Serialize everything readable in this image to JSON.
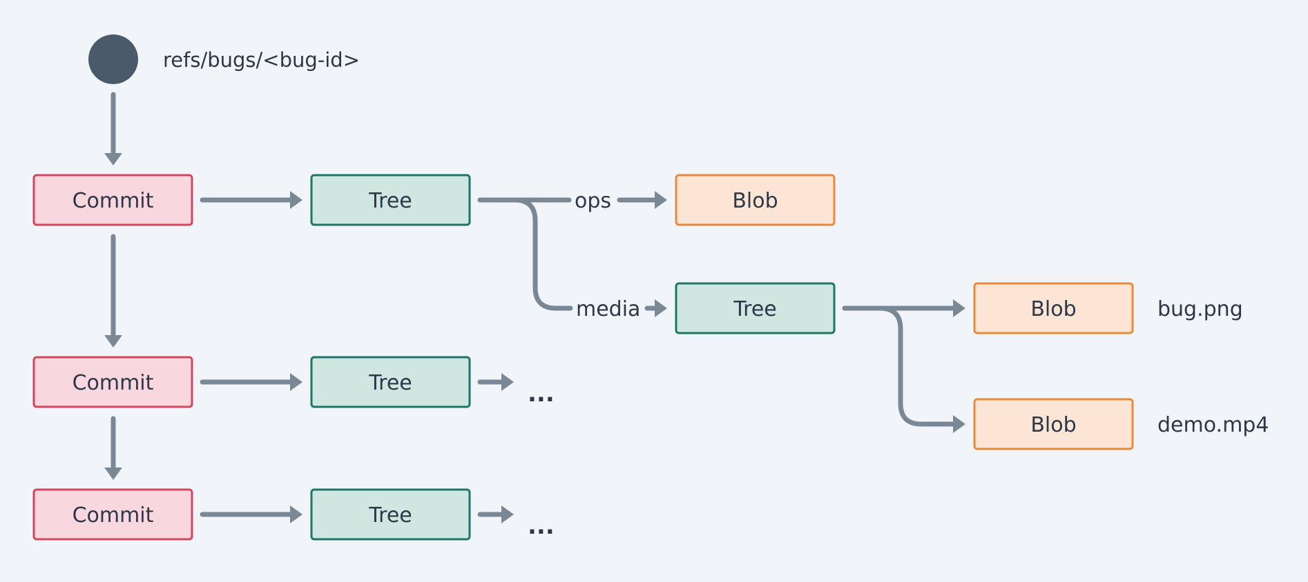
{
  "ref": {
    "label": "refs/bugs/<bug-id>"
  },
  "colors": {
    "background": "#f1f5f9",
    "commit_fill": "#f9d7de",
    "commit_stroke": "#d1475f",
    "tree_fill": "#d0e6e0",
    "tree_stroke": "#1e7565",
    "blob_fill": "#fde5d6",
    "blob_stroke": "#e88a3d",
    "ref_dot": "#4a5a6a",
    "edge": "#7a8896",
    "text": "#2d3748"
  },
  "nodes": {
    "commit_1": "Commit",
    "commit_2": "Commit",
    "commit_3": "Commit",
    "tree_1": "Tree",
    "tree_2": "Tree",
    "tree_3": "Tree",
    "tree_media": "Tree",
    "blob_ops": "Blob",
    "blob_bug": "Blob",
    "blob_demo": "Blob"
  },
  "edge_labels": {
    "ops": "ops",
    "media": "media"
  },
  "files": {
    "bug_png": "bug.png",
    "demo_mp4": "demo.mp4"
  },
  "ellipsis_2": "...",
  "ellipsis_3": "..."
}
